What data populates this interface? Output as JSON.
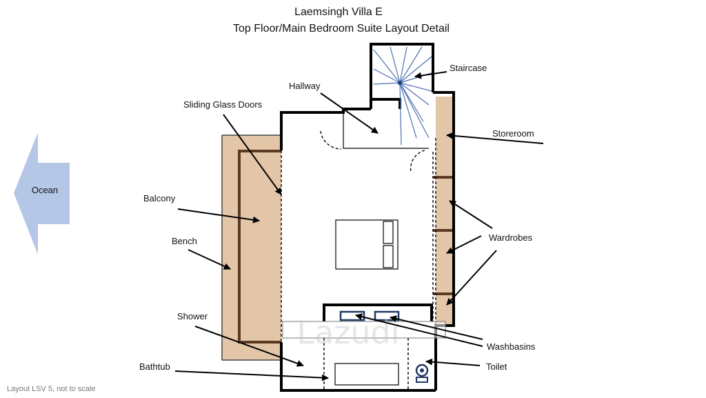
{
  "title": {
    "line1": "Laemsingh Villa E",
    "line2": "Top Floor/Main Bedroom Suite Layout Detail"
  },
  "compass": {
    "label": "Ocean",
    "color": "#b4c7e7"
  },
  "labels": {
    "sliding_glass_doors": "Sliding Glass Doors",
    "hallway": "Hallway",
    "staircase": "Staircase",
    "storeroom": "Storeroom",
    "balcony": "Balcony",
    "bench": "Bench",
    "wardrobes": "Wardrobes",
    "shower": "Shower",
    "washbasins": "Washbasins",
    "bathtub": "Bathtub",
    "toilet": "Toilet"
  },
  "footnote": "Layout LSV 5, not to scale",
  "watermark": "Lazudi",
  "colors": {
    "wall": "#000000",
    "wood": "#e3c6a8",
    "bench": "#5a3a22",
    "stair_lines": "#4a6fb0",
    "washbasin": "#1f3864"
  }
}
